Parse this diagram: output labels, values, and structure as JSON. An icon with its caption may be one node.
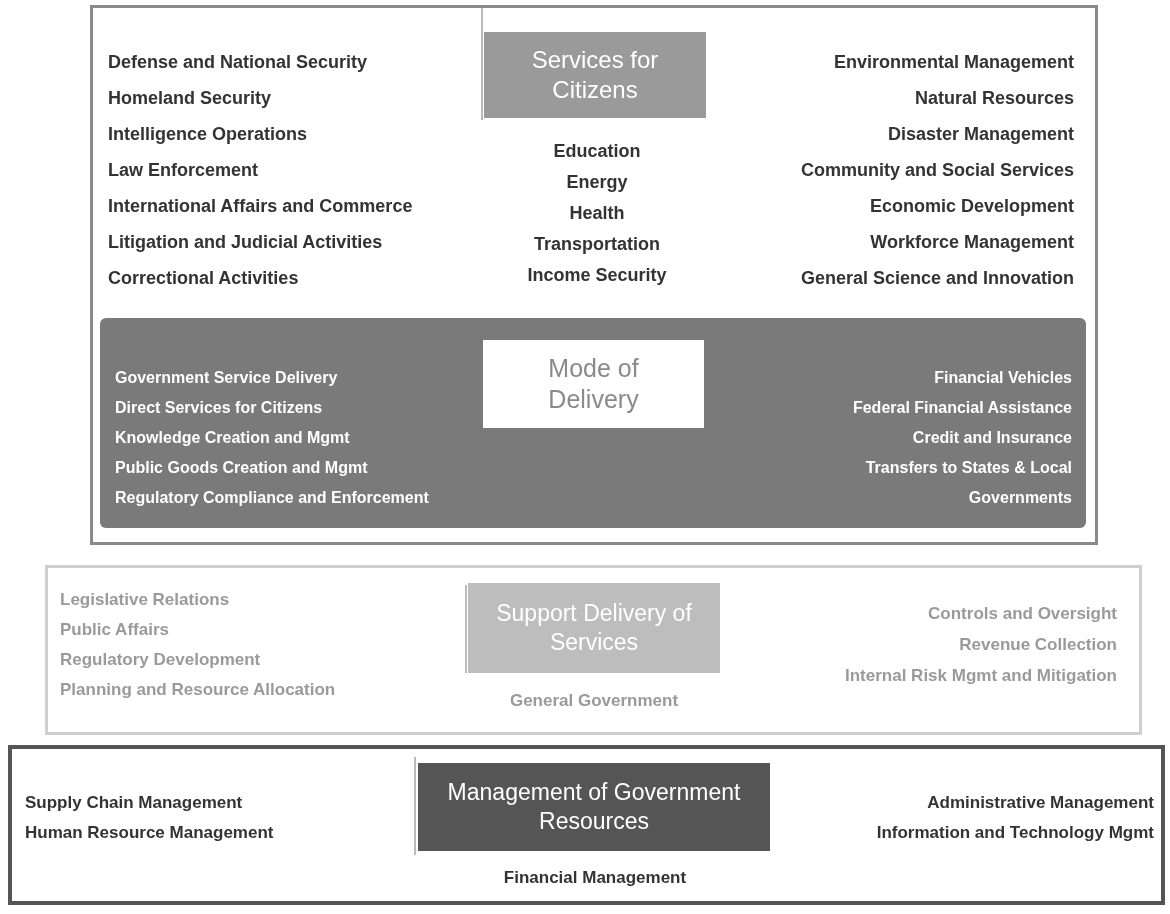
{
  "diagram": {
    "nodes": [
      {
        "text": [
          "Defense and National Security",
          "Homeland Security",
          "Intelligence Operations",
          "Law Enforcement",
          "International Affairs and Commerce",
          "Litigation and Judicial Activities",
          "Correctional Activities",
          "Education",
          "Energy",
          "Health",
          "Transportation",
          "Income Security",
          "Environmental Management",
          "Natural Resources",
          "Disaster Management",
          "Community and Social Services",
          "Economic Development",
          "Workforce Management",
          "General Science and Innovation"
        ]
      },
      {
        "text": [
          "Services for Citizens"
        ],
        "in": 0
      },
      {
        "text": [
          "Government Service Delivery",
          "Direct Services for Citizens",
          "Knowledge Creation and Mgmt",
          "Public Goods Creation and Mgmt",
          "Regulatory Compliance and Enforcement",
          "Financial Vehicles",
          "Federal Financial Assistance",
          "Credit and Insurance",
          "Transfers to States & Local Governments"
        ],
        "in": 0
      },
      {
        "text": [
          "Mode of Delivery"
        ],
        "in": 2
      },
      {
        "text": [
          "Legislative Relations",
          "Public Affairs",
          "Regulatory Development",
          "Planning and Resource Allocation",
          "General Government",
          "Controls and Oversight",
          "Revenue Collection",
          "Internal Risk Mgmt and Mitigation"
        ]
      },
      {
        "text": [
          "Support Delivery of Services"
        ],
        "in": 4
      },
      {
        "text": [
          "Supply Chain Management",
          "Human Resource Management",
          "Financial Management",
          "Administrative Management",
          "Information and Technology Mgmt"
        ]
      },
      {
        "text": [
          "Management of Government Resources"
        ],
        "in": 6
      }
    ]
  }
}
